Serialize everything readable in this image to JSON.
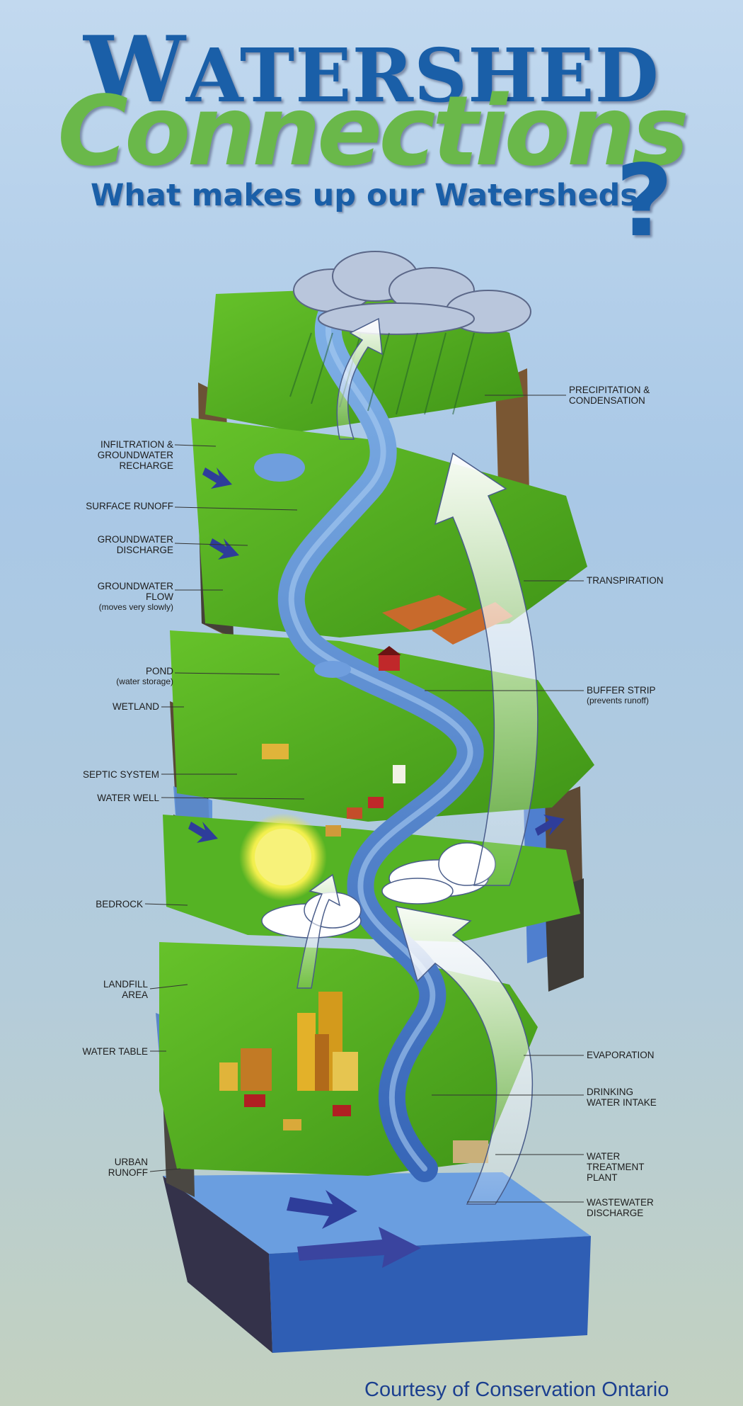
{
  "title": {
    "line1_first": "W",
    "line1_rest": "ATERSHED",
    "line2": "Connections",
    "line3": "What makes up our Watersheds",
    "question_mark": "?"
  },
  "colors": {
    "title_blue": "#1a5fa8",
    "title_green": "#6ab84a",
    "sky_top": "#bcd5ec",
    "sky_bottom": "#bfcfbd",
    "water": "#3f78c8",
    "grass": "#4faa1e",
    "soil": "#8b5e34",
    "bedrock": "#4a4743"
  },
  "labels_left": [
    {
      "id": "infiltration",
      "text": "INFILTRATION &\nGROUNDWATER\nRECHARGE",
      "sub": ""
    },
    {
      "id": "surface-runoff",
      "text": "SURFACE RUNOFF",
      "sub": ""
    },
    {
      "id": "groundwater-discharge",
      "text": "GROUNDWATER\nDISCHARGE",
      "sub": ""
    },
    {
      "id": "groundwater-flow",
      "text": "GROUNDWATER\nFLOW",
      "sub": "(moves very slowly)"
    },
    {
      "id": "pond",
      "text": "POND",
      "sub": "(water storage)"
    },
    {
      "id": "wetland",
      "text": "WETLAND",
      "sub": ""
    },
    {
      "id": "septic-system",
      "text": "SEPTIC SYSTEM",
      "sub": ""
    },
    {
      "id": "water-well",
      "text": "WATER WELL",
      "sub": ""
    },
    {
      "id": "bedrock",
      "text": "BEDROCK",
      "sub": ""
    },
    {
      "id": "landfill",
      "text": "LANDFILL\nAREA",
      "sub": ""
    },
    {
      "id": "water-table",
      "text": "WATER TABLE",
      "sub": ""
    },
    {
      "id": "urban-runoff",
      "text": "URBAN\nRUNOFF",
      "sub": ""
    }
  ],
  "labels_right": [
    {
      "id": "precipitation",
      "text": "PRECIPITATION &\nCONDENSATION",
      "sub": ""
    },
    {
      "id": "transpiration",
      "text": "TRANSPIRATION",
      "sub": ""
    },
    {
      "id": "buffer-strip",
      "text": "BUFFER STRIP",
      "sub": "(prevents runoff)"
    },
    {
      "id": "evaporation",
      "text": "EVAPORATION",
      "sub": ""
    },
    {
      "id": "drinking-water-intake",
      "text": "DRINKING\nWATER INTAKE",
      "sub": ""
    },
    {
      "id": "water-treatment",
      "text": "WATER\nTREATMENT\nPLANT",
      "sub": ""
    },
    {
      "id": "wastewater",
      "text": "WASTEWATER\nDISCHARGE",
      "sub": ""
    }
  ],
  "credit": "Courtesy of Conservation Ontario"
}
